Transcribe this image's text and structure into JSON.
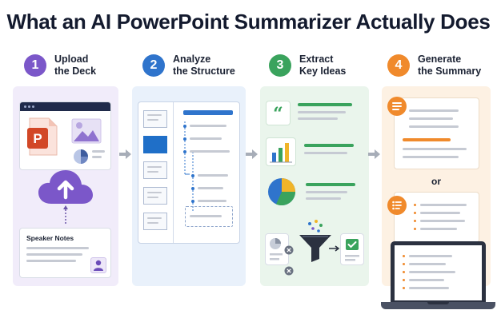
{
  "title": "What an AI PowerPoint Summarizer Actually Does",
  "steps": [
    {
      "number": "1",
      "line1": "Upload",
      "line2": "the Deck",
      "color": "#7b57c9"
    },
    {
      "number": "2",
      "line1": "Analyze",
      "line2": "the Structure",
      "color": "#2f74cc"
    },
    {
      "number": "3",
      "line1": "Extract",
      "line2": "Key Ideas",
      "color": "#3aa35d"
    },
    {
      "number": "4",
      "line1": "Generate",
      "line2": "the Summary",
      "color": "#f08a2c"
    }
  ],
  "upload": {
    "speaker_notes_label": "Speaker Notes"
  },
  "generate": {
    "or_label": "or"
  },
  "colors": {
    "purple_panel": "#f1ecfa",
    "blue_panel": "#e9f1fb",
    "green_panel": "#eaf5ec",
    "orange_panel": "#fdf1e3",
    "powerpoint": "#d24726",
    "accent_blue": "#2f74cc",
    "accent_green": "#3aa35d",
    "accent_orange": "#f08a2c",
    "dark": "#2b3140"
  }
}
